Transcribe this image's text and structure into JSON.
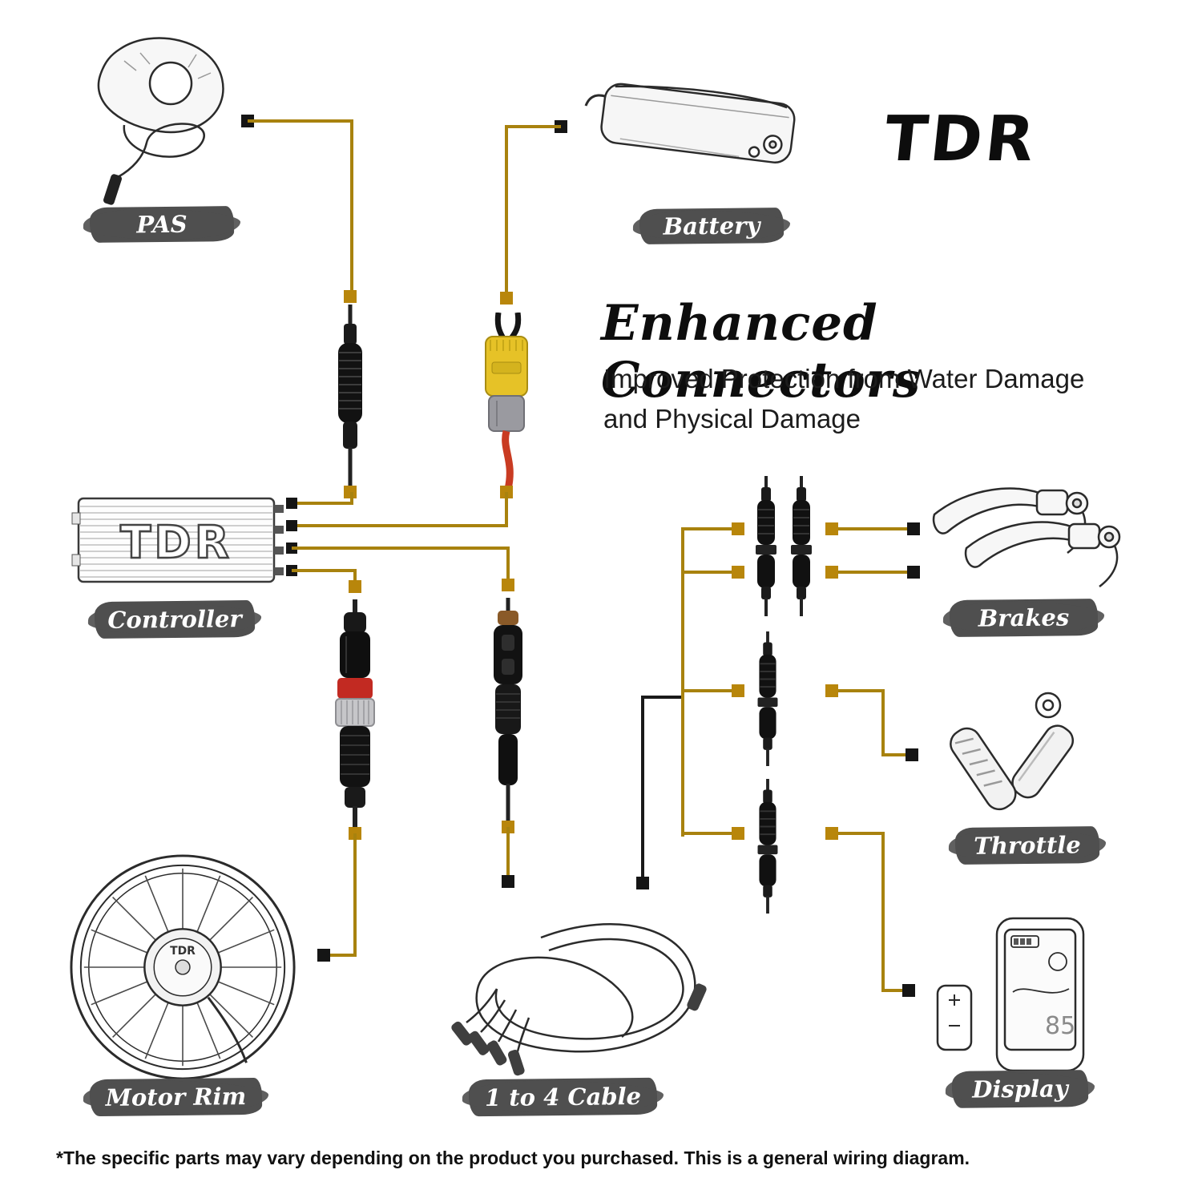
{
  "header": {
    "brand": "TDR",
    "title": "Enhanced Connectors",
    "subtitle_line1": "Improved Protection from Water Damage",
    "subtitle_line2": "and Physical Damage"
  },
  "components": {
    "pas": {
      "label": "PAS"
    },
    "battery": {
      "label": "Battery"
    },
    "controller": {
      "label": "Controller",
      "box_text": "TDR"
    },
    "motor_rim": {
      "label": "Motor Rim",
      "hub_text": "TDR"
    },
    "one_to_four_cable": {
      "label": "1 to 4 Cable"
    },
    "brakes": {
      "label": "Brakes"
    },
    "throttle": {
      "label": "Throttle"
    },
    "display": {
      "label": "Display",
      "screen_reading": "85"
    }
  },
  "footer": {
    "note": "*The specific parts may vary depending on the product you purchased. This is a general wiring diagram."
  },
  "colors": {
    "wire_gold": "#a8820e",
    "wire_black": "#1a1a1a",
    "node_gold": "#b8860b",
    "node_black": "#151515",
    "label_bg": "#4f4f4f",
    "label_text": "#ffffff",
    "ink": "#0d0d0d"
  }
}
